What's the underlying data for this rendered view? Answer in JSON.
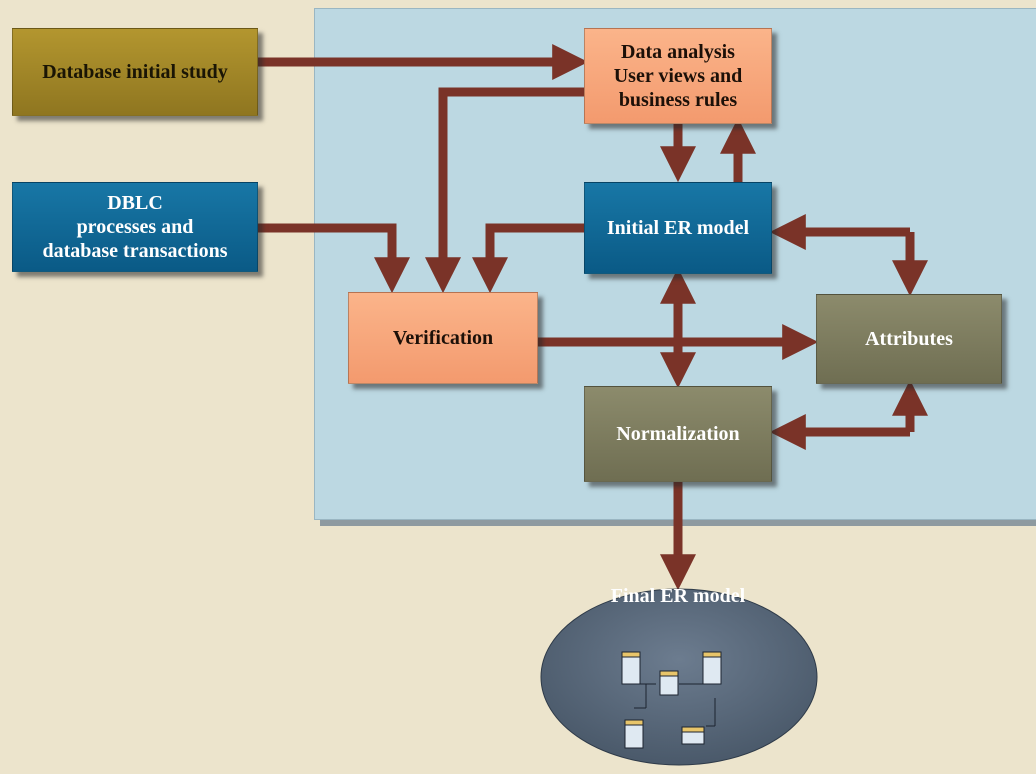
{
  "nodes": {
    "initial_study": "Database initial study",
    "dblc": [
      "DBLC",
      "processes and",
      "database transactions"
    ],
    "data_analysis": [
      "Data analysis",
      "User views and",
      "business rules"
    ],
    "initial_er": "Initial ER model",
    "verification": "Verification",
    "attributes": "Attributes",
    "normalization": "Normalization",
    "final_er": "Final ER model"
  },
  "colors": {
    "arrow": "#7a3328",
    "gold": "#a08628",
    "blue": "#0e6895",
    "salmon": "#f6a57a",
    "olive": "#7d7c5e",
    "ellipse": "#58687a"
  }
}
